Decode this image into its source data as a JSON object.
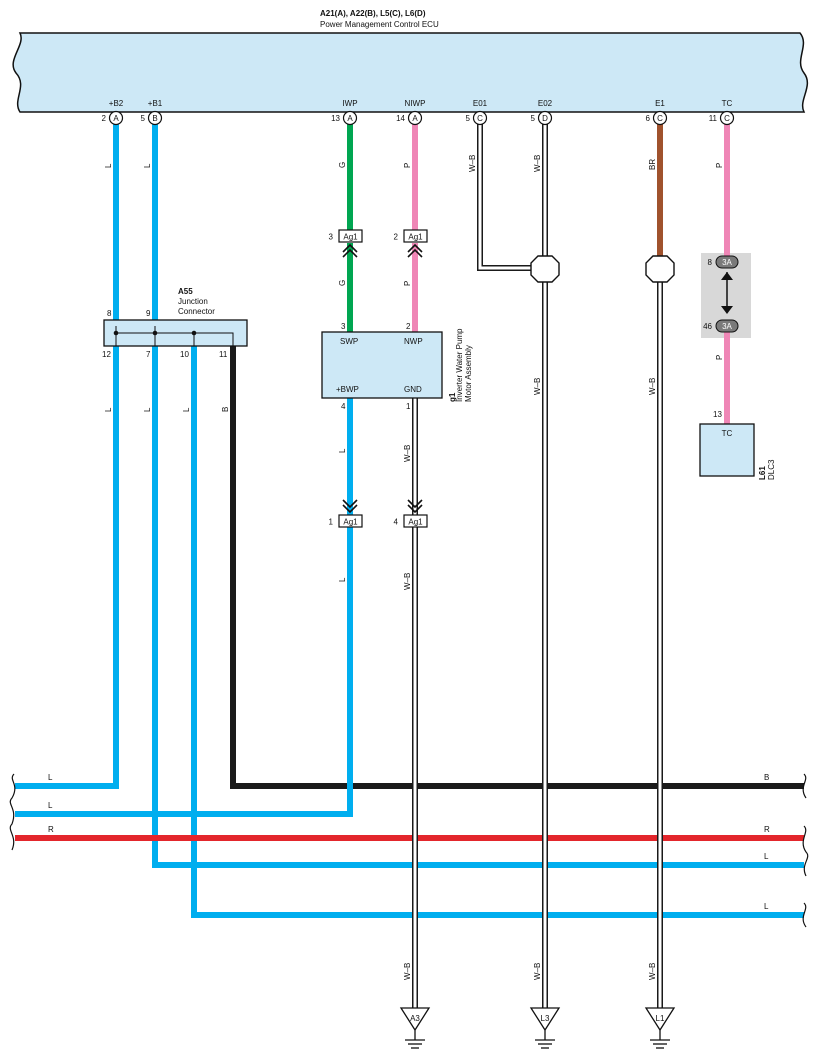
{
  "ecu": {
    "title": "A21(A), A22(B), L5(C), L6(D)",
    "name": "Power Management Control ECU",
    "terminals": [
      {
        "name": "+B2",
        "pin": "2",
        "conn": "A"
      },
      {
        "name": "+B1",
        "pin": "5",
        "conn": "B"
      },
      {
        "name": "IWP",
        "pin": "13",
        "conn": "A"
      },
      {
        "name": "NIWP",
        "pin": "14",
        "conn": "A"
      },
      {
        "name": "E01",
        "pin": "5",
        "conn": "C"
      },
      {
        "name": "E02",
        "pin": "5",
        "conn": "D"
      },
      {
        "name": "E1",
        "pin": "6",
        "conn": "C"
      },
      {
        "name": "TC",
        "pin": "11",
        "conn": "C"
      }
    ]
  },
  "junction": {
    "code": "A55",
    "name1": "Junction",
    "name2": "Connector",
    "pins_top": [
      "8",
      "9"
    ],
    "pins_bottom": [
      "12",
      "7",
      "10",
      "11"
    ]
  },
  "pump": {
    "code": "g1",
    "name1": "Inverter Water Pump",
    "name2": "Motor Assembly",
    "pins": {
      "swp": "SWP",
      "nwp": "NWP",
      "bwp": "+BWP",
      "gnd": "GND"
    },
    "pin_numbers": {
      "swp": "3",
      "nwp": "2",
      "bwp": "4",
      "gnd": "1"
    }
  },
  "dlc": {
    "code": "L61",
    "name": "DLC3",
    "terminal": "TC",
    "pin": "13"
  },
  "connectors": {
    "ag1": "Ag1",
    "ag1_pins": {
      "iwp": "3",
      "niwp": "2",
      "bwp": "1",
      "gnd": "4"
    },
    "c3a": "3A",
    "c3a_pins": {
      "top": "8",
      "bottom": "46"
    }
  },
  "wire_colors": {
    "b2": "L",
    "b1": "L",
    "iwp": "G",
    "niwp": "P",
    "e01": "W–B",
    "e02": "W–B",
    "e1": "BR",
    "tc": "P",
    "iwp_low": "G",
    "niwp_low": "P",
    "tc_low": "P",
    "jc_12": "L",
    "jc_7": "L",
    "jc_10": "L",
    "jc_11": "B",
    "bwp": "L",
    "bwp_low": "L",
    "gnd": "W–B",
    "gnd_low": "W–B",
    "gnd_bottom": "W–B",
    "e02_mid": "W–B",
    "e1_mid": "W–B",
    "e02_bottom": "W–B",
    "e1_bottom": "W–B"
  },
  "buses": [
    {
      "left": "L",
      "right": "B"
    },
    {
      "left": "L",
      "right": ""
    },
    {
      "left": "R",
      "right": "R"
    },
    {
      "left": "",
      "right": "L"
    },
    {
      "left": "",
      "right": "L"
    }
  ],
  "grounds": [
    "A3",
    "L3",
    "L1"
  ],
  "colors": {
    "ecu_fill": "#cde8f6",
    "blue": "#00aeef",
    "green": "#00a651",
    "pink": "#ef86b6",
    "brown": "#a0522d",
    "red": "#e3262c",
    "black": "#1a1a1a",
    "connector_fill": "#cde8f6"
  }
}
